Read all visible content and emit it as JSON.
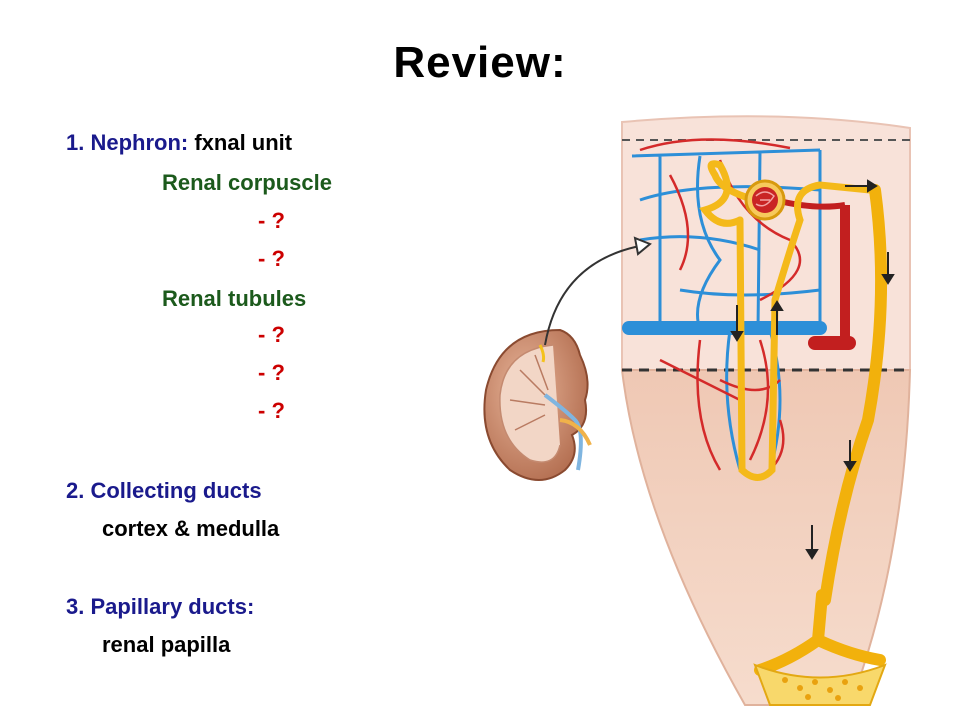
{
  "title": "Review:",
  "outline": {
    "item1": {
      "prefix": "1. Nephron: ",
      "text": "fxnal unit"
    },
    "corpuscle": "Renal corpuscle",
    "corpuscle_q1": "- ?",
    "corpuscle_q2": "- ?",
    "tubules": "Renal tubules",
    "tubules_q1": "- ?",
    "tubules_q2": "- ?",
    "tubules_q3": "- ?",
    "item2": "2. Collecting ducts",
    "item2_sub": "cortex & medulla",
    "item3": "3. Papillary ducts:",
    "item3_sub": "renal papilla"
  },
  "colors": {
    "navy": "#1a1a8c",
    "green": "#1c5a1c",
    "red": "#cc0000",
    "artery": "#d42a2a",
    "vein": "#2a8ad4",
    "tubule": "#f4c21c",
    "cortex": "#f6dcd3",
    "medulla": "#eec3ad"
  }
}
